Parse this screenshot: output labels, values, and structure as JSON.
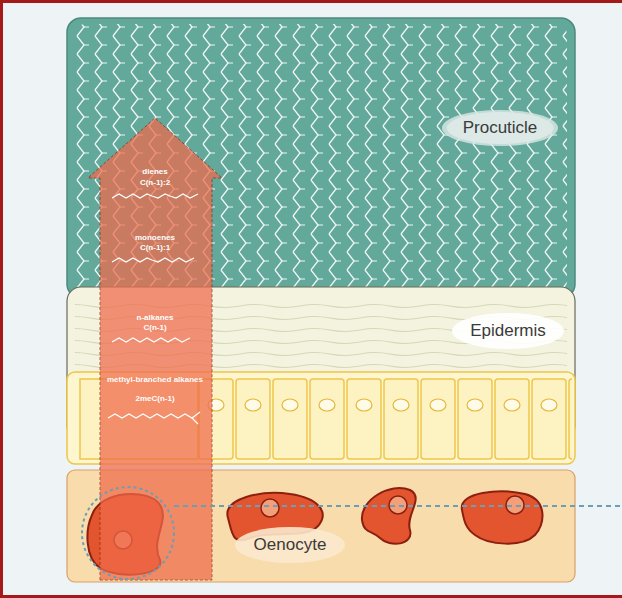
{
  "diagram": {
    "nodes": [
      {
        "text": [
          "Procuticle"
        ]
      },
      {
        "text": [
          "Epidermis"
        ]
      },
      {
        "text": [
          "Oenocyte"
        ]
      },
      {
        "text": [
          "dienes",
          "C(n-1):2",
          "monoenes",
          "C(n-1):1",
          "n-alkanes",
          "C(n-1)",
          "methyl-branched alkanes",
          "2meC(n-1)"
        ]
      }
    ]
  }
}
